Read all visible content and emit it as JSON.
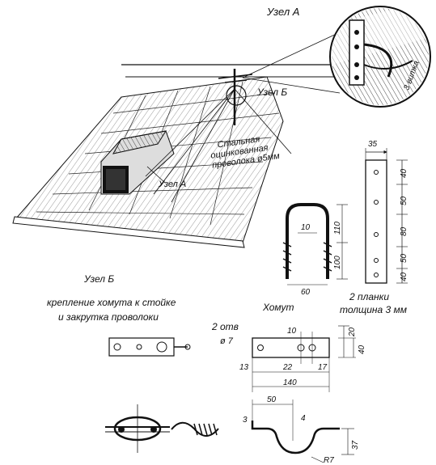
{
  "labels": {
    "node_a_title": "Узел А",
    "node_b_callout": "Узел Б",
    "node_a_callout": "Узел А",
    "wire_note": [
      "Стальная",
      "оцинкованная",
      "проволока ø5мм"
    ],
    "circle_text": "3 витка",
    "node_b_title": "Узел Б",
    "node_b_caption": [
      "крепление хомута к стойке",
      "и закрутка проволоки"
    ],
    "clamp_title": "Хомут",
    "holes_note": [
      "2 отв",
      "ø 7"
    ],
    "planks_note": [
      "2 планки",
      "толщина 3 мм"
    ]
  },
  "dimensions": {
    "plank_width": "35",
    "plank_segments": [
      "40",
      "50",
      "80",
      "50",
      "40"
    ],
    "bolt_span": "10",
    "bolt_upper": "110",
    "bolt_lower": "100",
    "bolt_width": "60",
    "clamp_hole": "10",
    "clamp_top": "20",
    "clamp_height": "40",
    "clamp_left": "13",
    "clamp_mid": "22",
    "clamp_right": "17",
    "clamp_length": "140",
    "clamp_depth": "50",
    "clamp_bend": "4",
    "clamp_radius": "R7",
    "clamp_rise": "37",
    "clamp_side": "3"
  },
  "colors": {
    "ink": "#111111",
    "hatch": "#444444",
    "background": "#ffffff"
  }
}
